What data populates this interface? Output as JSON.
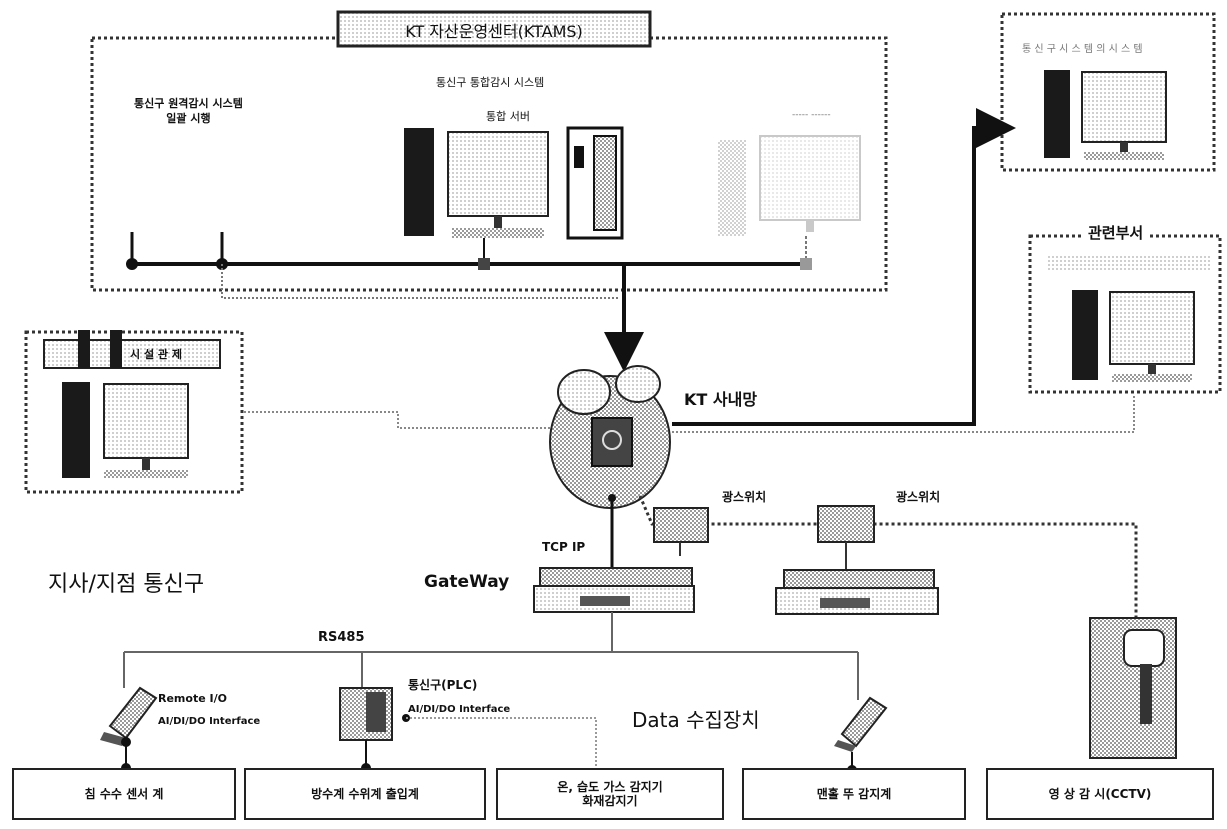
{
  "top_group": {
    "title": "KT 자산운영센터(KTAMS)",
    "left_caption": "통신구 원격감시 시스템\n일괄 시행",
    "center_caption": "통신구 통합감시 시스템",
    "center_sub": "통합 서버",
    "right_sub": "----- ------"
  },
  "remote_top": {
    "caption": "통 신 구 시 스 템 의 시 스 템"
  },
  "dept": {
    "caption": "관련부서"
  },
  "left_monitor": {
    "caption": "시 설 관 제"
  },
  "network": {
    "label": "KT 사내망"
  },
  "converters": {
    "left": "광스위치",
    "right": "광스위치"
  },
  "protocol": {
    "tcp": "TCP IP",
    "gateway": "GateWay",
    "rs485": "RS485"
  },
  "region_label": "지사/지점 통신구",
  "devices": {
    "remote_io": {
      "title": "Remote I/O",
      "sub": "AI/DI/DO Interface"
    },
    "controller": {
      "title": "통신구(PLC)",
      "sub": "AI/DI/DO Interface"
    },
    "collector": "Data 수집장치"
  },
  "bottom_boxes": [
    "침 수수 센서 계",
    "방수계 수위계 출입계",
    "온, 습도 가스 감지기\n화재감지기",
    "맨홀 뚜 감지계",
    "영 상 감 시(CCTV)"
  ],
  "colors": {
    "line": "#111111",
    "dotted": "#333333",
    "screen_bg": "#dcdcdc",
    "tower": "#1a1a1a"
  }
}
